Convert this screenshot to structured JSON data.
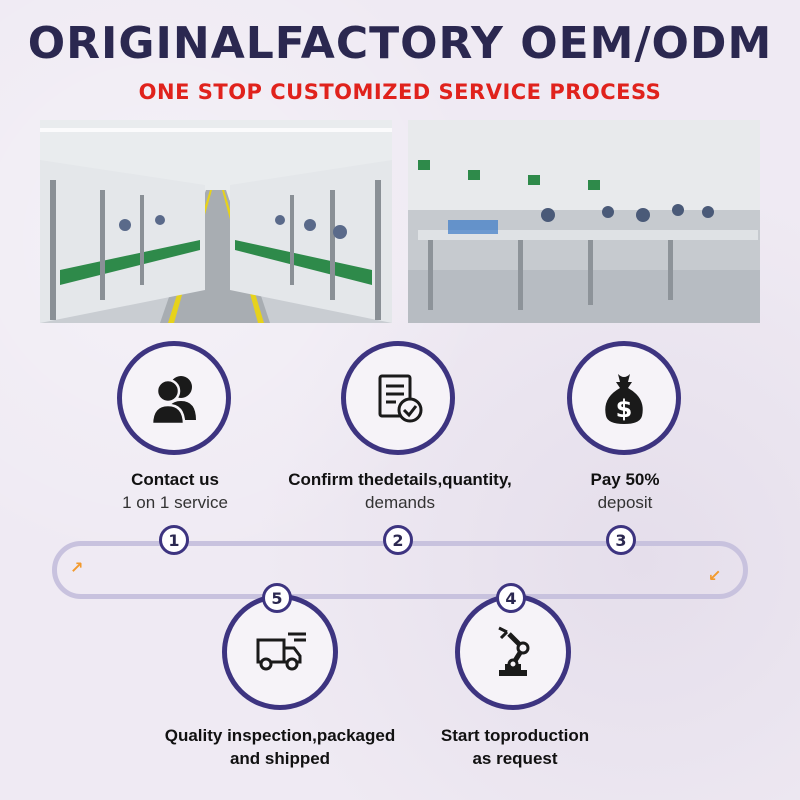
{
  "header": {
    "title": "ORIGINALFACTORY OEM/ODM",
    "subtitle": "ONE STOP CUSTOMIZED SERVICE PROCESS"
  },
  "steps": [
    {
      "number": "1",
      "line1": "Contact us",
      "line2": "1 on 1 service",
      "icon": "users-icon"
    },
    {
      "number": "2",
      "line1": "Confirm thedetails,quantity,",
      "line2": "demands",
      "icon": "document-check-icon"
    },
    {
      "number": "3",
      "line1": "Pay 50%",
      "line2": "deposit",
      "icon": "money-bag-icon"
    },
    {
      "number": "4",
      "line1": "Start toproduction",
      "line2": "as request",
      "icon": "robot-arm-icon"
    },
    {
      "number": "5",
      "line1": "Quality inspection,packaged",
      "line2": "and shipped",
      "icon": "delivery-truck-icon"
    }
  ],
  "colors": {
    "title": "#2b2850",
    "subtitle": "#e0221c",
    "circle_border": "#3d3480",
    "loop": "#c8c2de",
    "arrow": "#f29a2e"
  }
}
